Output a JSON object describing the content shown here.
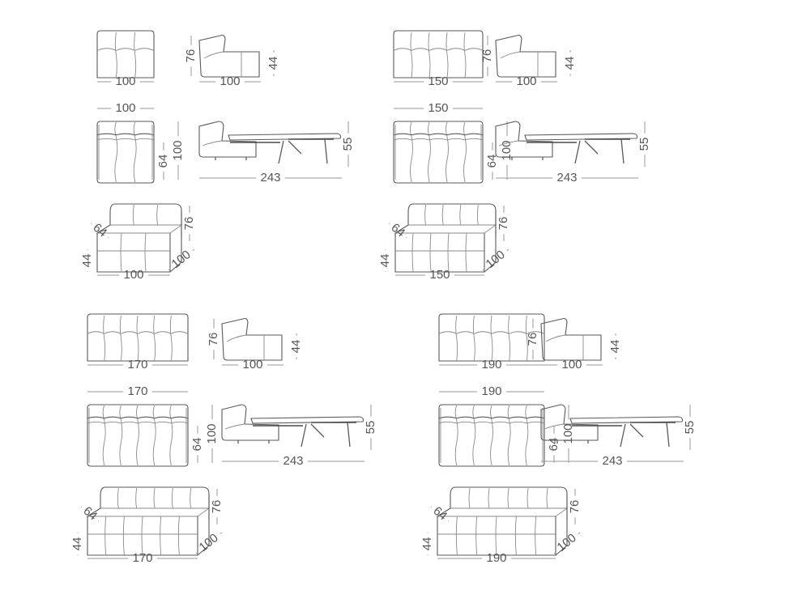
{
  "colors": {
    "outline": "#5a5a5a",
    "dimension": "#9a9a9a",
    "text": "#555555"
  },
  "models": [
    {
      "id": "w100",
      "cushions": 3,
      "width_label": "100",
      "armchair": {
        "height": "76",
        "depth": "100",
        "seat": "44"
      },
      "bed": {
        "width": "100",
        "inner": "64",
        "height": "100",
        "length": "243",
        "mattress": "55"
      },
      "perspective": {
        "height": "76",
        "depth": "100",
        "seat": "44",
        "inner": "64",
        "width": "100"
      }
    },
    {
      "id": "w150",
      "cushions": 5,
      "width_label": "150",
      "armchair": {
        "height": "76",
        "depth": "100",
        "seat": "44"
      },
      "bed": {
        "width": "150",
        "inner": "64",
        "height": "100",
        "length": "243",
        "mattress": "55"
      },
      "perspective": {
        "height": "76",
        "depth": "100",
        "seat": "44",
        "inner": "64",
        "width": "150"
      }
    },
    {
      "id": "w170",
      "cushions": 6,
      "width_label": "170",
      "armchair": {
        "height": "76",
        "depth": "100",
        "seat": "44"
      },
      "bed": {
        "width": "170",
        "inner": "64",
        "height": "100",
        "length": "243",
        "mattress": "55"
      },
      "perspective": {
        "height": "76",
        "depth": "100",
        "seat": "44",
        "inner": "64",
        "width": "170"
      }
    },
    {
      "id": "w190",
      "cushions": 6,
      "width_label": "190",
      "armchair": {
        "height": "76",
        "depth": "100",
        "seat": "44"
      },
      "bed": {
        "width": "190",
        "inner": "64",
        "height": "100",
        "length": "243",
        "mattress": "55"
      },
      "perspective": {
        "height": "76",
        "depth": "100",
        "seat": "44",
        "inner": "64",
        "width": "190"
      }
    }
  ]
}
